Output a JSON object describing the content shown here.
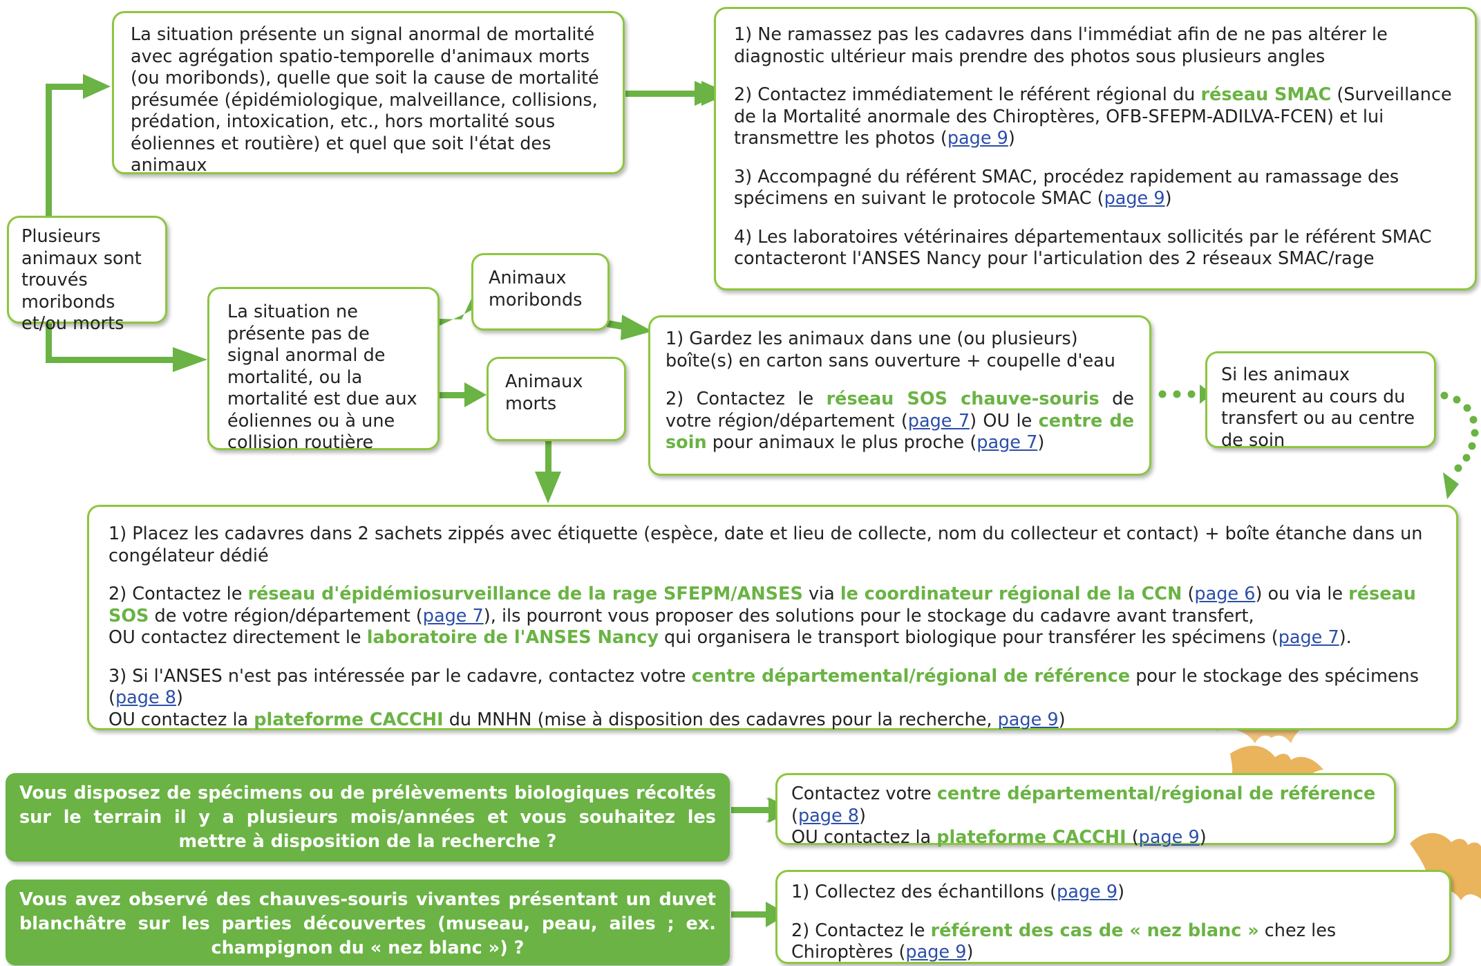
{
  "colors": {
    "accent": "#8cc63f",
    "accent_dark": "#6ab344",
    "link": "#2b4ea8",
    "text": "#222222",
    "bat": "#e9b45c"
  },
  "start": {
    "text": "Plusieurs animaux sont trouvés moribonds et/ou morts"
  },
  "abnormal": {
    "text": "La situation présente un signal anormal de mortalité avec agrégation spatio-temporelle d'animaux morts (ou moribonds), quelle que soit la cause de mortalité présumée (épidémiologique, malveillance, collisions, prédation, intoxication, etc., hors mortalité sous éoliennes et routière) et quel que soit l'état des animaux"
  },
  "smac": {
    "s1": "1) Ne ramassez pas les cadavres dans l'immédiat afin de ne pas altérer le diagnostic ultérieur mais prendre des photos sous plusieurs angles",
    "s2a": "2) Contactez immédiatement le référent régional du ",
    "s2b": "réseau SMAC",
    "s2c": " (Surveillance de la Mortalité anormale des Chiroptères, OFB-SFEPM-ADILVA-FCEN) et lui transmettre les photos (",
    "s2d": "page 9",
    "s2e": ")",
    "s3a": "3) Accompagné du référent SMAC, procédez rapidement au ramassage des spécimens en suivant le protocole SMAC (",
    "s3b": "page 9",
    "s3c": ")",
    "s4": "4) Les laboratoires vétérinaires départementaux sollicités par le référent SMAC contacteront l'ANSES Nancy pour l'articulation des 2 réseaux SMAC/rage"
  },
  "normal": {
    "text": "La situation ne présente pas de signal anormal de mortalité, ou la mortalité est due aux éoliennes ou à une collision routière"
  },
  "moribund": {
    "text": "Animaux moribonds"
  },
  "dead": {
    "text": "Animaux morts"
  },
  "care": {
    "s1": "1) Gardez les animaux dans une (ou plusieurs) boîte(s) en carton sans ouverture + coupelle d'eau",
    "s2a": "2) Contactez le ",
    "s2b": "réseau SOS chauve-souris",
    "s2c": " de votre région/département (",
    "s2d": "page 7",
    "s2e": ") OU le ",
    "s2f": "centre de soin",
    "s2g": " pour animaux le plus proche (",
    "s2h": "page 7",
    "s2i": ")"
  },
  "transfer": {
    "text": "Si les animaux meurent au cours du transfert ou au centre de soin"
  },
  "bigbox": {
    "p1": "1) Placez les cadavres dans 2 sachets zippés avec étiquette (espèce, date et lieu de collecte, nom du collecteur et contact) + boîte étanche dans un congélateur dédié",
    "p2a": "2) Contactez le ",
    "p2b": "réseau d'épidémiosurveillance de la rage SFEPM/ANSES",
    "p2c": " via ",
    "p2d": "le coordinateur régional de la CCN",
    "p2e": " (",
    "p2f": "page 6",
    "p2g": ") ou via le ",
    "p2h": "réseau SOS",
    "p2i": " de votre région/département (",
    "p2j": "page 7",
    "p2k": "), ils pourront vous proposer des solutions pour le stockage du cadavre avant transfert,",
    "p2l": "OU contactez directement le ",
    "p2m": "laboratoire de l'ANSES Nancy",
    "p2n": " qui organisera le transport biologique pour transférer les spécimens (",
    "p2o": "page 7",
    "p2p": ").",
    "p3a": "3) Si l'ANSES n'est pas intéressée par le cadavre, contactez votre ",
    "p3b": "centre départemental/régional de référence",
    "p3c": " pour le stockage des spécimens (",
    "p3d": "page 8",
    "p3e": ")",
    "p3f": "OU contactez la ",
    "p3g": "plateforme CACCHI",
    "p3h": " du MNHN (mise à disposition des cadavres pour la recherche, ",
    "p3i": "page 9",
    "p3j": ")"
  },
  "q1": {
    "text": "Vous disposez de spécimens ou de prélèvements biologiques récoltés sur le terrain il y a plusieurs mois/années et vous souhaitez les mettre à disposition de la recherche ?"
  },
  "a1": {
    "a": "Contactez votre ",
    "b": "centre départemental/régional de référence",
    "c": " (",
    "d": "page 8",
    "e": ")",
    "f": "OU contactez la ",
    "g": "plateforme CACCHI",
    "h": " (",
    "i": "page 9",
    "j": ")"
  },
  "q2": {
    "text": "Vous avez observé des chauves-souris vivantes présentant un duvet blanchâtre sur les parties découvertes (museau, peau, ailes ; ex. champignon du « nez blanc ») ?"
  },
  "a2": {
    "s1a": "1)  Collectez des échantillons (",
    "s1b": "page 9",
    "s1c": ")",
    "s2a": "2)  Contactez le ",
    "s2b": "référent des cas de « nez blanc »",
    "s2c": " chez les Chiroptères (",
    "s2d": "page 9",
    "s2e": ")"
  }
}
